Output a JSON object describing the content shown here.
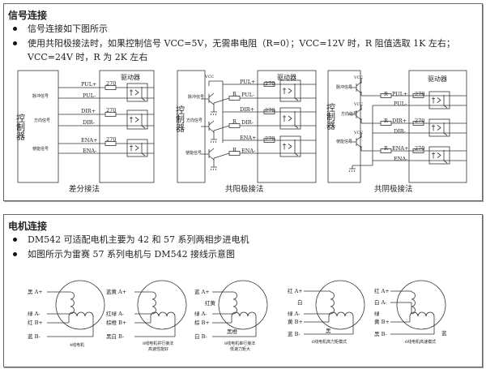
{
  "signal_section": {
    "title": "信号连接",
    "bullets": [
      "信号连接如下图所示",
      "使用共阳极接法时，如果控制信号 VCC=5V，无需串电阻（R=0）；VCC=12V 时，R 阻值选取 1K 左右；",
      "VCC=24V 时，R 为 2K 左右"
    ],
    "controller": "控制器",
    "driver": "驱动器",
    "signals": [
      "脉冲信号",
      "方向信号",
      "使能信号"
    ],
    "pins": [
      "PUL+",
      "PUL-",
      "DIR+",
      "DIR-",
      "ENA+",
      "ENA-"
    ],
    "resistor": "270",
    "r": "R",
    "vcc": "VCC",
    "captions": [
      "差分接法",
      "共阳极接法",
      "共阴极接法"
    ]
  },
  "motor_section": {
    "title": "电机连接",
    "bullets": [
      "DM542 可适配电机主要为 42 和 57 系列两相步进电机",
      "如图所示为雷赛 57 系列电机与 DM542 接线示意图"
    ],
    "motors": [
      {
        "labels": [
          "黑 A+",
          "绿 A-",
          "红 B+",
          "蓝 B-"
        ],
        "caption": [
          "4线电机",
          ""
        ]
      },
      {
        "labels": [
          "蓝黄 A+",
          "红绿 A-",
          "棕橙 B+",
          "黑白 B-"
        ],
        "caption": [
          "8线电机并行接法",
          "高速性能好"
        ]
      },
      {
        "labels": [
          "蓝 A+",
          "绿 A-",
          "棕 B+",
          "白 B-"
        ],
        "mid": "红黄",
        "bottom": "黑橙",
        "caption": [
          "8线电机串行接法",
          "低速力矩大"
        ]
      },
      {
        "labels": [
          "红 A+",
          "绿 A-",
          "黄 B+",
          "蓝 B-"
        ],
        "mid": "白",
        "bottom": "黑",
        "caption": [
          "6线电机高力矩模式",
          ""
        ]
      },
      {
        "labels": [
          "红 A+",
          "白 A-",
          "绿",
          "黄 B+",
          "黑 B-"
        ],
        "side": "蓝",
        "caption": [
          "6线电机高速模式",
          ""
        ]
      }
    ]
  }
}
